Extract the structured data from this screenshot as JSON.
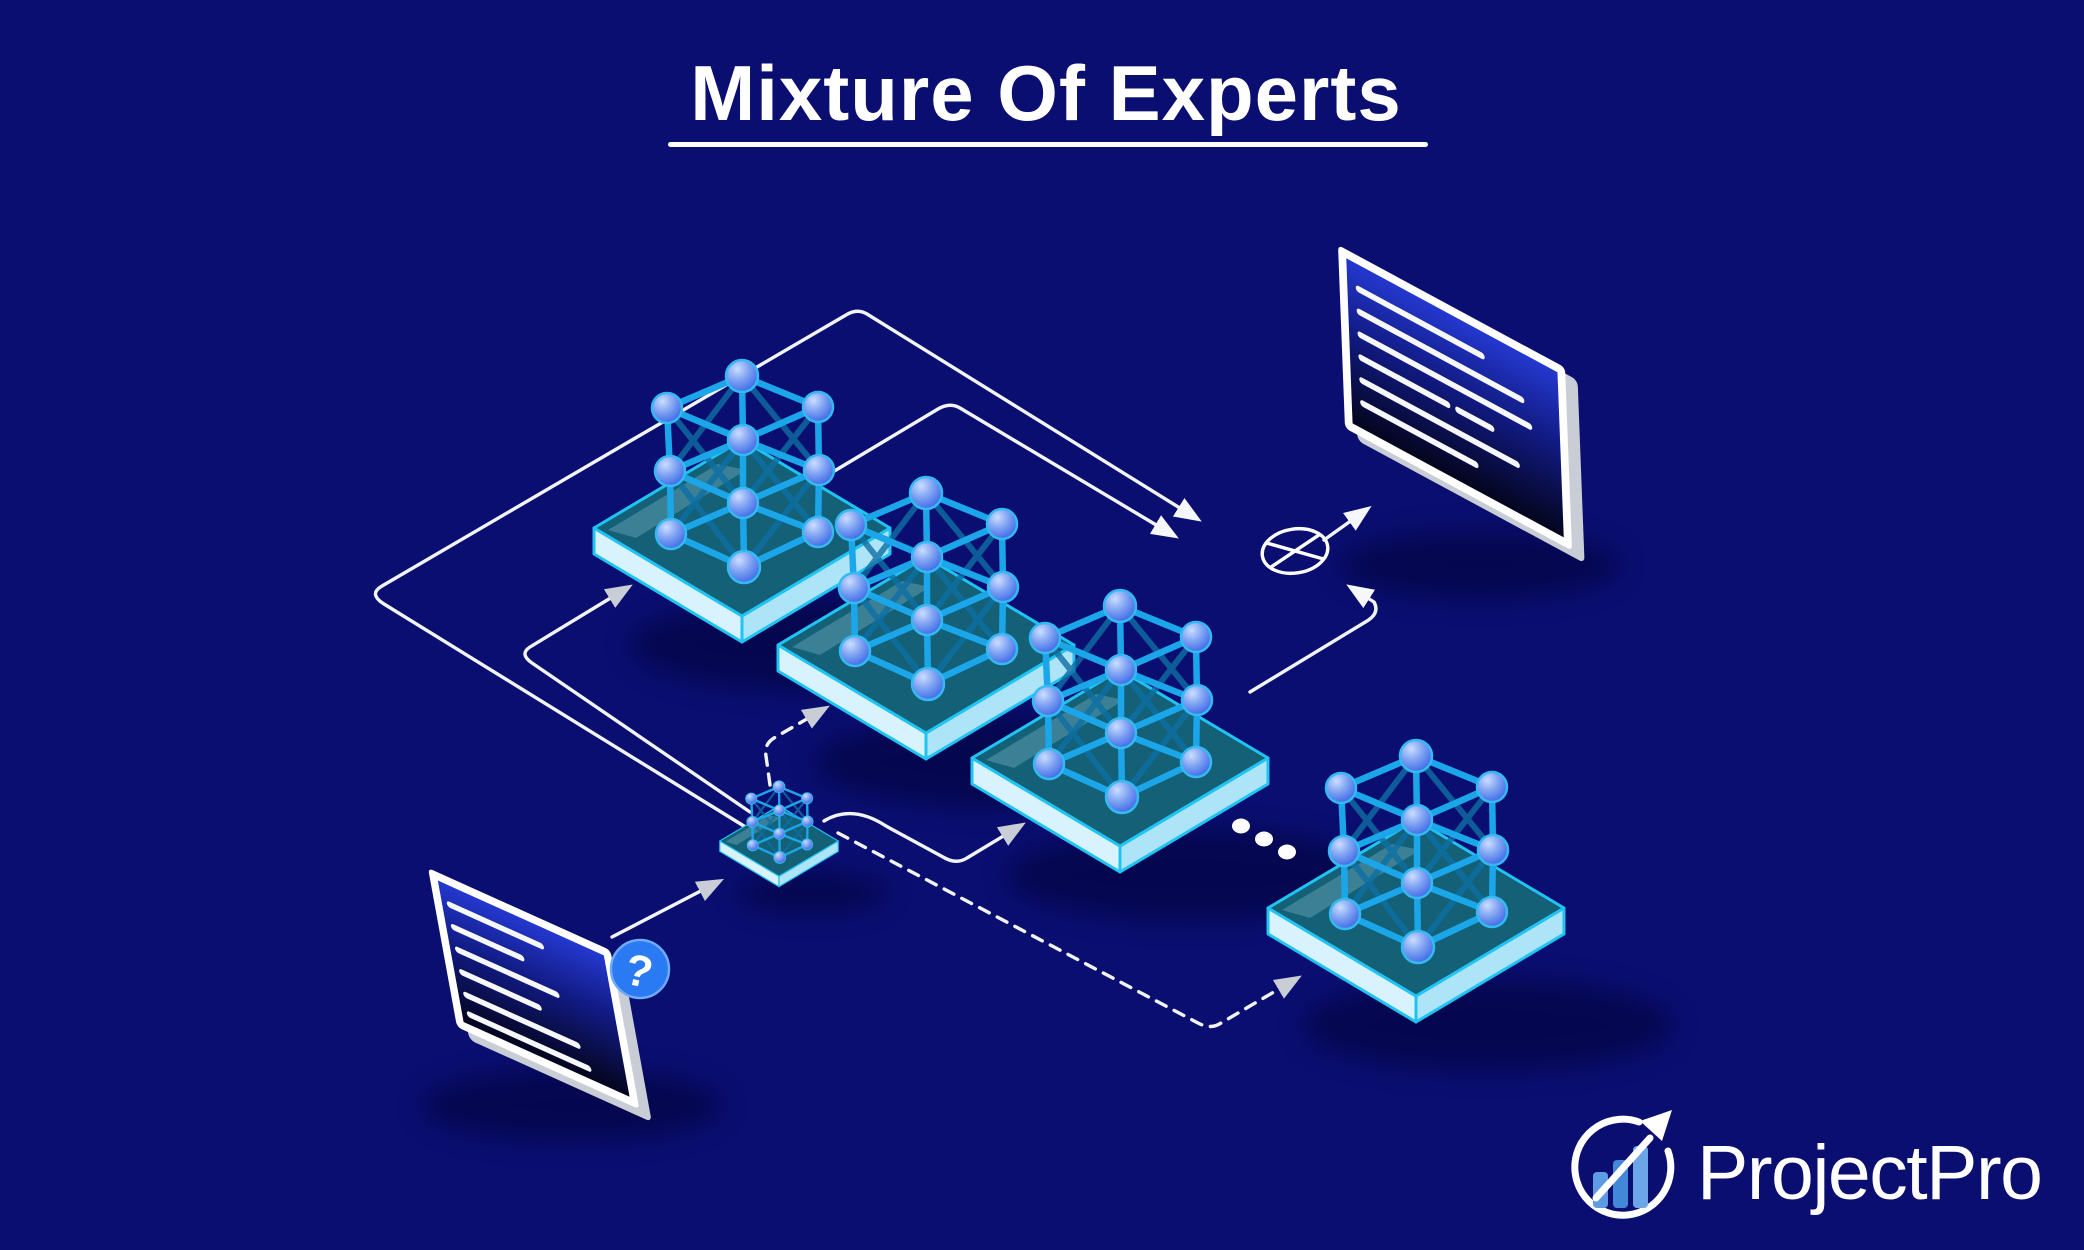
{
  "title": {
    "text": "Mixture Of Experts",
    "underlined": true
  },
  "brand": {
    "name": "ProjectPro"
  },
  "diagram": {
    "description": "Isometric mixture-of-experts architecture illustration",
    "input": {
      "name": "input-query-card",
      "badge_text": "?",
      "text_line_count": 6
    },
    "router": {
      "name": "gating-network"
    },
    "experts": [
      {
        "name": "expert-network-1"
      },
      {
        "name": "expert-network-2"
      },
      {
        "name": "expert-network-3"
      },
      {
        "name": "expert-network-4"
      }
    ],
    "ellipsis_dots": 3,
    "combiner": {
      "name": "weighted-combine-node",
      "symbol": "crossed-circle"
    },
    "output": {
      "name": "output-result-card",
      "text_line_count": 6
    }
  },
  "colors": {
    "background": "#0A0E71",
    "platform_top": "#136077",
    "platform_side": "#D8F3FD",
    "accent_cyan": "#1FC3F4",
    "node_blue": "#3A66E6",
    "badge_blue": "#2A7AF3",
    "logo_bar_blue": "#4E8EDC",
    "line_white": "#F2F4F9"
  }
}
